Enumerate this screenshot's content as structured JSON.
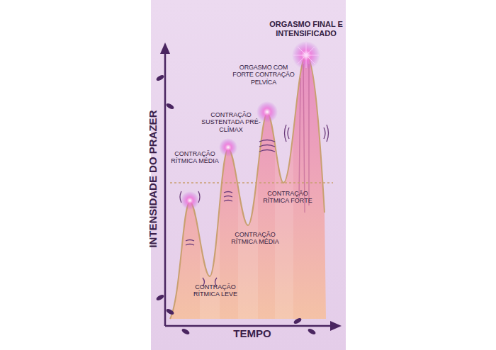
{
  "diagram": {
    "labels": [
      "ORGASMO FINAL E INTENSIFICADO",
      "ORGASMO COM FORTE CONTRAÇÃO PELVÍCA",
      "CONTRAÇÃO SUSTENTADA PRÉ-CLÍMAX",
      "CONTRAÇÃO RÍTMICA MÉDIA",
      "CONTRAÇÃO RÍTMICA LEVE",
      "CONTRAÇÃO RÍTMICA MÉDIA",
      "CONTRAÇÃO RÍTMICA FORTE",
      "TEMPO",
      "INTENSIDADE DO PRAZER"
    ]
  }
}
